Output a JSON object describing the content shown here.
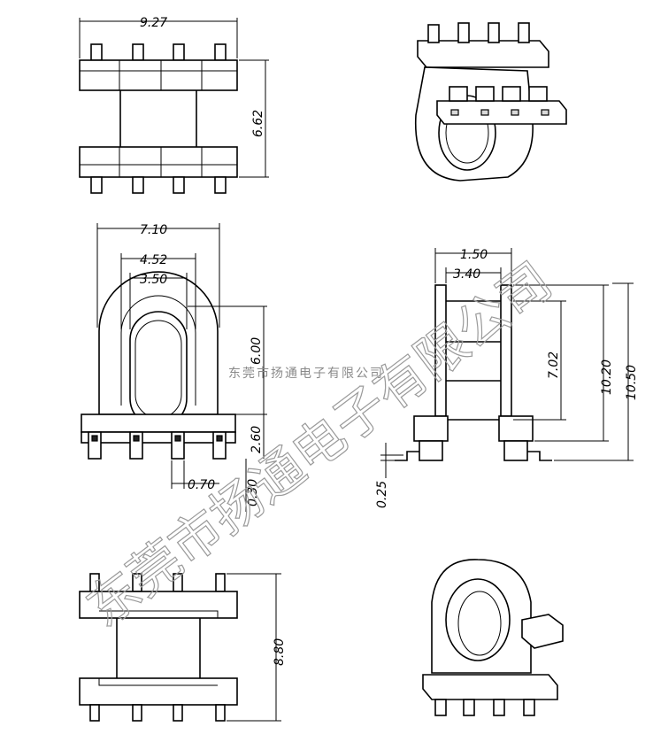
{
  "dimensions": {
    "top_width": "9.27",
    "top_height": "6.62",
    "front_outer_width": "7.10",
    "front_window_outer": "4.52",
    "front_window_inner": "3.50",
    "front_window_height": "6.00",
    "front_base_height": "2.60",
    "front_pin_width": "0.70",
    "front_pin_offset": "0.30",
    "side_flange": "1.50",
    "side_core": "3.40",
    "side_winding_height": "7.02",
    "side_height_a": "10.20",
    "side_height_b": "10.50",
    "side_pin_thickness": "0.25",
    "bottom_height": "8.80"
  },
  "watermark": {
    "large": "东莞市扬通电子有限公司",
    "small": "东莞市扬通电子有限公司"
  }
}
